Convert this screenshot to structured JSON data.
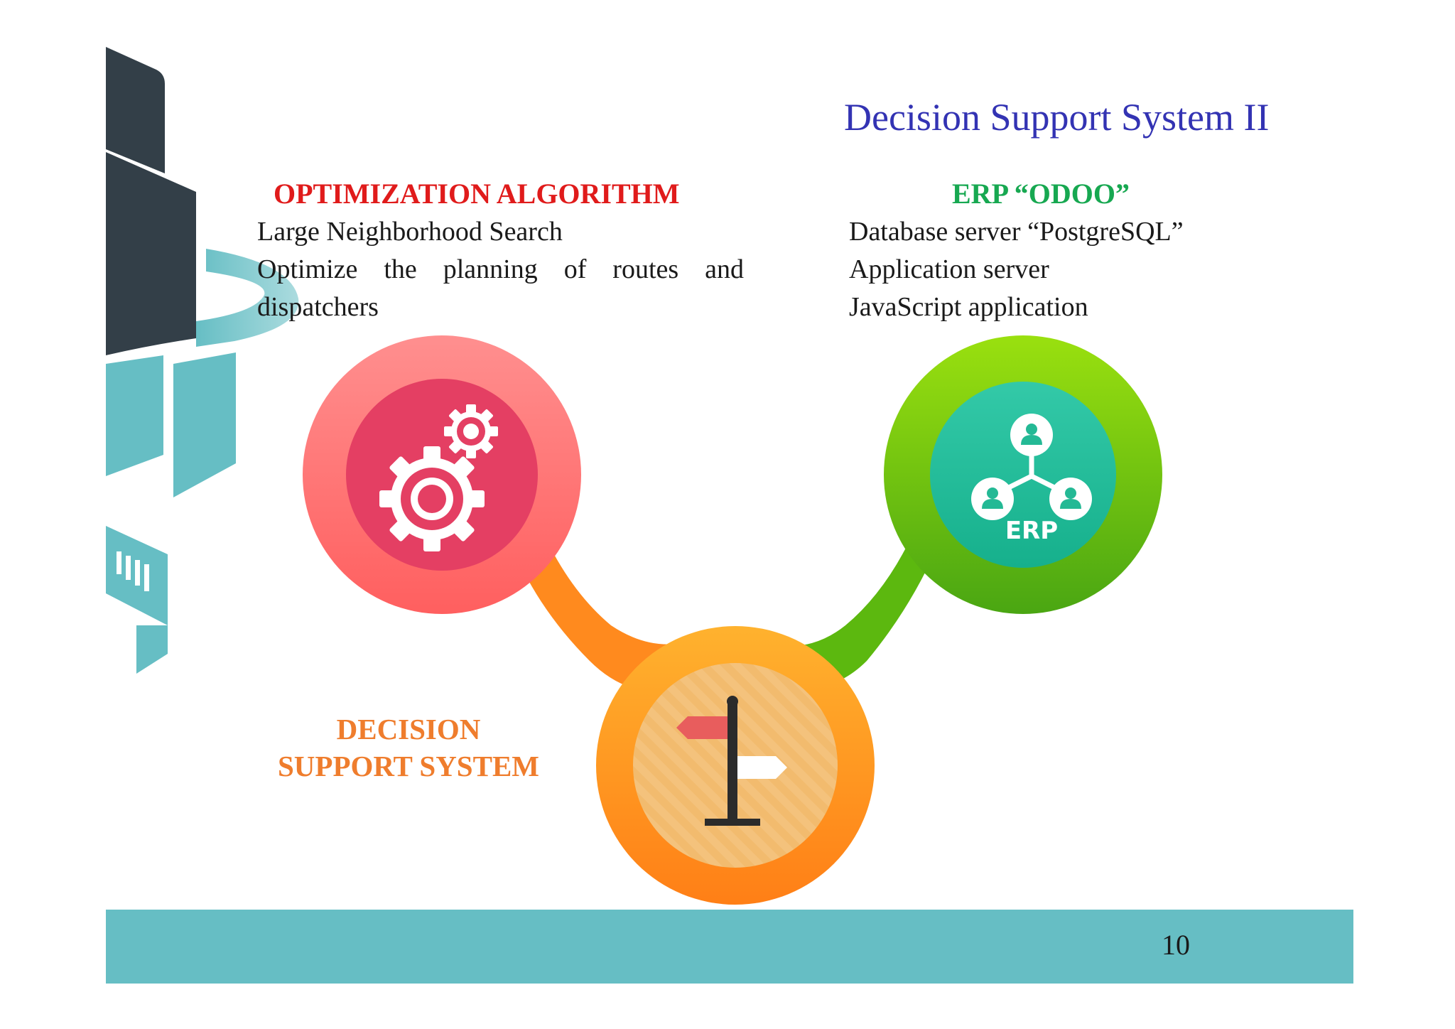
{
  "slide": {
    "title": "Decision Support System II",
    "page_number": "10"
  },
  "optimization": {
    "heading": "OPTIMIZATION ALGORITHM",
    "lines": [
      "Large Neighborhood Search",
      "Optimize the planning of routes and dispatchers"
    ]
  },
  "erp": {
    "heading": "ERP “ODOO”",
    "lines": [
      "Database server “PostgreSQL”",
      "Application server",
      "JavaScript application"
    ],
    "icon_label": "ERP"
  },
  "dss": {
    "line1": "DECISION",
    "line2": "SUPPORT SYSTEM"
  },
  "icons": {
    "optimization": "gears-icon",
    "erp": "erp-network-icon",
    "dss": "signpost-icon"
  },
  "colors": {
    "title": "#3333b3",
    "optimization_heading": "#e01b1b",
    "erp_heading": "#17a851",
    "dss_label": "#ef7d2d",
    "footer_bar": "#66bec4",
    "banner_dark": "#333f48",
    "banner_teal": "#66bec4"
  }
}
